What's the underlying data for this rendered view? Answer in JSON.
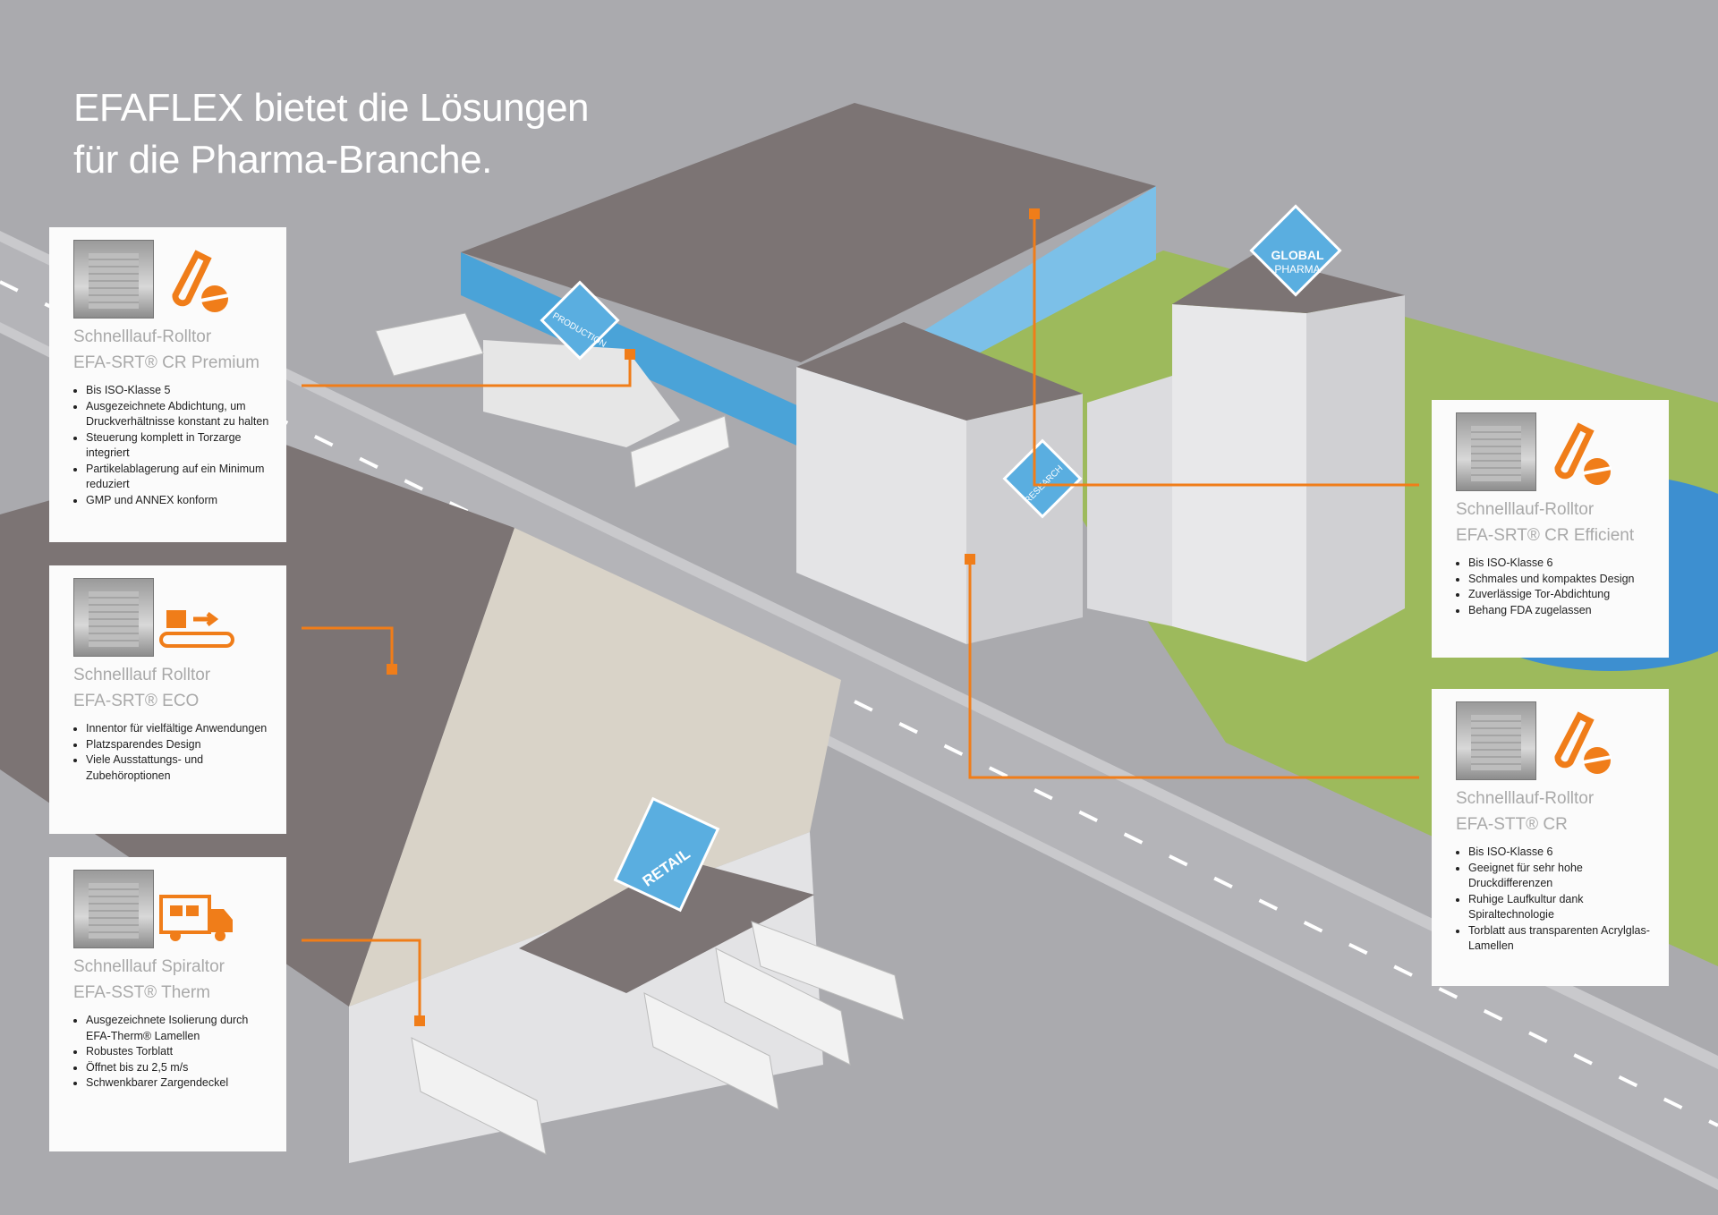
{
  "title": {
    "line1": "EFAFLEX bietet die Lösungen",
    "line2": "für die Pharma-Branche."
  },
  "signs": {
    "production": "PRODUCTION",
    "research": "RESEARCH",
    "retail": "RETAIL",
    "global1": "GLOBAL",
    "global2": "PHARMA"
  },
  "colors": {
    "accent": "#f07d19",
    "sign_blue": "#5aaee0",
    "lawn": "#9dba5c",
    "water": "#3d8fd0",
    "roof": "#7c7474"
  },
  "cards": [
    {
      "icon": "test-tube-pill-icon",
      "line1": "Schnelllauf-Rolltor",
      "line2": "EFA-SRT® CR Premium",
      "bullets": [
        "Bis ISO-Klasse 5",
        "Ausgezeichnete Abdichtung, um Druckverhältnisse konstant zu halten",
        "Steuerung komplett in Torzarge integriert",
        "Partikelablagerung auf ein Minimum reduziert",
        "GMP und ANNEX konform"
      ]
    },
    {
      "icon": "conveyor-belt-icon",
      "line1": "Schnelllauf Rolltor",
      "line2": "EFA-SRT® ECO",
      "bullets": [
        "Innentor für vielfältige Anwendungen",
        "Platzsparendes Design",
        "Viele Ausstattungs- und Zubehöroptionen"
      ]
    },
    {
      "icon": "delivery-truck-icon",
      "line1": "Schnelllauf Spiraltor",
      "line2": "EFA-SST® Therm",
      "bullets": [
        "Ausgezeichnete Isolierung durch EFA-Therm® Lamellen",
        "Robustes Torblatt",
        "Öffnet bis zu 2,5 m/s",
        "Schwenkbarer Zargendeckel"
      ]
    },
    {
      "icon": "test-tube-pill-icon",
      "line1": "Schnelllauf-Rolltor",
      "line2": "EFA-SRT® CR Efficient",
      "bullets": [
        "Bis ISO-Klasse 6",
        "Schmales und kompaktes Design",
        "Zuverlässige Tor-Abdichtung",
        "Behang FDA zugelassen"
      ]
    },
    {
      "icon": "test-tube-pill-icon",
      "line1": "Schnelllauf-Rolltor",
      "line2": "EFA-STT® CR",
      "bullets": [
        "Bis ISO-Klasse 6",
        "Geeignet für sehr hohe Druckdifferenzen",
        "Ruhige Laufkultur dank Spiraltechnologie",
        "Torblatt aus transparenten Acrylglas-Lamellen"
      ]
    }
  ]
}
